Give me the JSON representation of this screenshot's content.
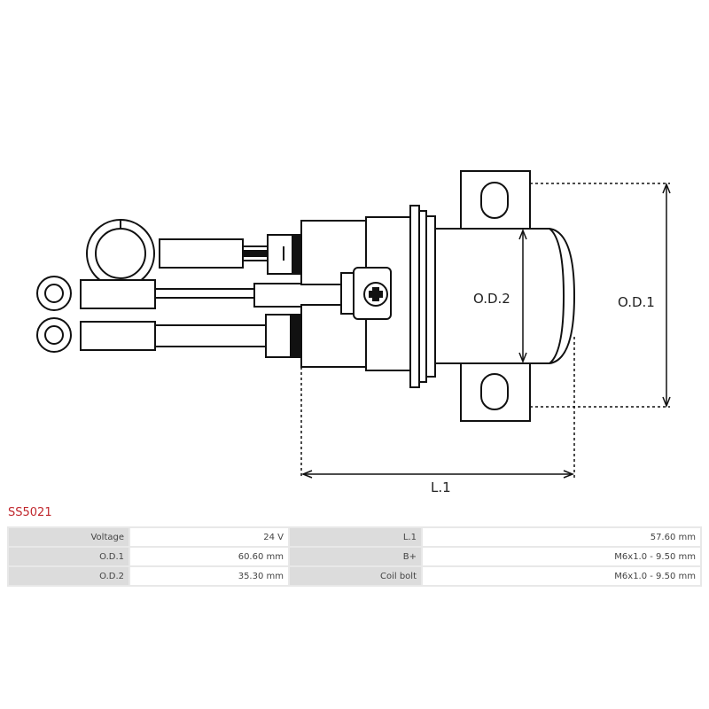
{
  "drawing": {
    "dimension_labels": {
      "od1": "O.D.1",
      "od2": "O.D.2",
      "l1": "L.1"
    }
  },
  "part_number": "SS5021",
  "specs": {
    "rows": [
      {
        "label1": "Voltage",
        "value1": "24 V",
        "label2": "L.1",
        "value2": "57.60 mm"
      },
      {
        "label1": "O.D.1",
        "value1": "60.60 mm",
        "label2": "B+",
        "value2": "M6x1.0 - 9.50 mm"
      },
      {
        "label1": "O.D.2",
        "value1": "35.30 mm",
        "label2": "Coil bolt",
        "value2": "M6x1.0 - 9.50 mm"
      }
    ]
  },
  "colors": {
    "accent": "#c0272d"
  }
}
